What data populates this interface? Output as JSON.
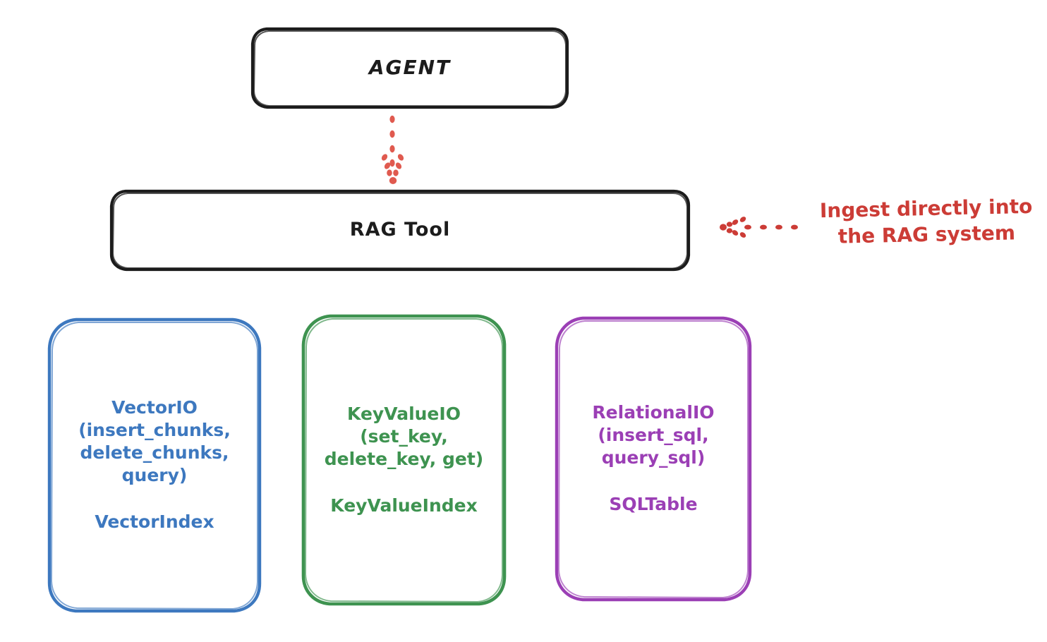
{
  "diagram": {
    "title": "RAG Tool architecture diagram",
    "background": "#ffffff",
    "nodes": {
      "agent": {
        "label": "AGENT",
        "stroke": "#1c1c1c",
        "shape": "rounded-rectangle"
      },
      "rag_tool": {
        "label": "RAG Tool",
        "stroke": "#1c1c1c",
        "shape": "rounded-rectangle"
      },
      "vector_io": {
        "label": "VectorIO\n(insert_chunks,\ndelete_chunks,\nquery)",
        "secondary_label": "VectorIndex",
        "stroke": "#3d78bf",
        "shape": "rounded-rectangle"
      },
      "key_value_io": {
        "label": "KeyValueIO\n(set_key,\ndelete_key, get)",
        "secondary_label": "KeyValueIndex",
        "stroke": "#3e9350",
        "shape": "rounded-rectangle"
      },
      "relational_io": {
        "label": "RelationalIO\n(insert_sql,\nquery_sql)",
        "secondary_label": "SQLTable",
        "stroke": "#9b3fb5",
        "shape": "rounded-rectangle"
      }
    },
    "annotations": {
      "ingest": {
        "text": "Ingest directly into\nthe RAG system",
        "color": "#cc3c36"
      }
    },
    "connectors": {
      "agent_to_rag_tool": {
        "style": "dotted",
        "color": "#e05a4f",
        "direction": "down",
        "arrowhead": true
      },
      "ingest_to_rag_tool": {
        "style": "dotted",
        "color": "#cc3c36",
        "direction": "left",
        "arrowhead": true
      }
    }
  }
}
